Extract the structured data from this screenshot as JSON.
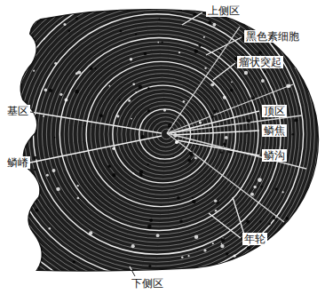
{
  "diagram": {
    "labels": [
      "上侧区",
      "黑色素细胞",
      "瘤状突起",
      "顶区",
      "鳞焦",
      "鳞沟",
      "年轮",
      "下侧区",
      "基区",
      "鳞嵴"
    ]
  }
}
